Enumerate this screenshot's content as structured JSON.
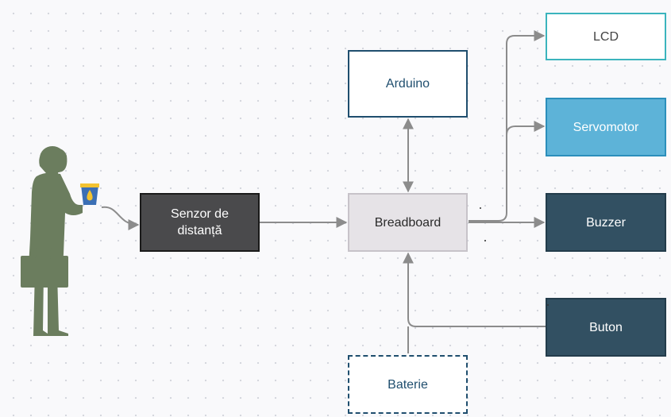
{
  "nodes": {
    "arduino": "Arduino",
    "senzor": "Senzor de distanță",
    "breadboard": "Breadboard",
    "baterie": "Baterie",
    "lcd": "LCD",
    "servomotor": "Servomotor",
    "buzzer": "Buzzer",
    "buton": "Buton"
  },
  "colors": {
    "wire": "#8c8c8c",
    "person": "#6b7d5e",
    "cup": "#3b6fb5",
    "cup_accent": "#f2c230"
  },
  "icons": {
    "person": "person-holding-cup-icon"
  }
}
